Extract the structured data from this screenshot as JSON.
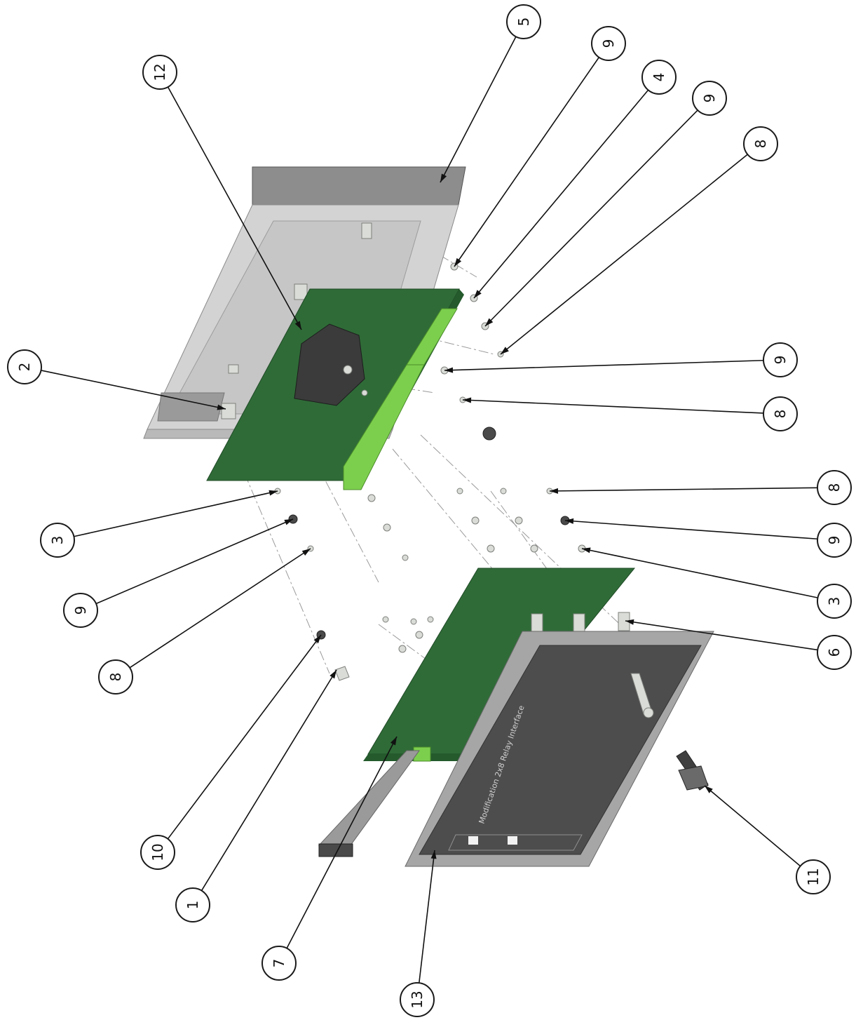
{
  "drawing": {
    "type": "exploded-assembly",
    "colors": {
      "pcb": "#2f6b37",
      "pcb_edge": "#245a2c",
      "connector": "#7ccf4d",
      "chassis": "#d6d6d6",
      "chassis_back": "#8d8d8d",
      "front_panel_frame": "#a6a6a6",
      "front_panel_face": "#4d4d4d",
      "balloon_stroke": "#1a1a1a"
    },
    "front_panel": {
      "product_label": "Modification 2x8 Relay Interface",
      "indicator_count": 2
    },
    "balloons": [
      {
        "id": "b5",
        "label": "5"
      },
      {
        "id": "b9a",
        "label": "9"
      },
      {
        "id": "b4",
        "label": "4"
      },
      {
        "id": "b9b",
        "label": "9"
      },
      {
        "id": "b8a",
        "label": "8"
      },
      {
        "id": "b12",
        "label": "12"
      },
      {
        "id": "b2",
        "label": "2"
      },
      {
        "id": "b9c",
        "label": "9"
      },
      {
        "id": "b8b",
        "label": "8"
      },
      {
        "id": "b8c",
        "label": "8"
      },
      {
        "id": "b9d",
        "label": "9"
      },
      {
        "id": "b3a",
        "label": "3"
      },
      {
        "id": "b6",
        "label": "6"
      },
      {
        "id": "b3b",
        "label": "3"
      },
      {
        "id": "b9e",
        "label": "9"
      },
      {
        "id": "b8d",
        "label": "8"
      },
      {
        "id": "b10",
        "label": "10"
      },
      {
        "id": "b1",
        "label": "1"
      },
      {
        "id": "b7",
        "label": "7"
      },
      {
        "id": "b13",
        "label": "13"
      },
      {
        "id": "b11",
        "label": "11"
      }
    ]
  }
}
